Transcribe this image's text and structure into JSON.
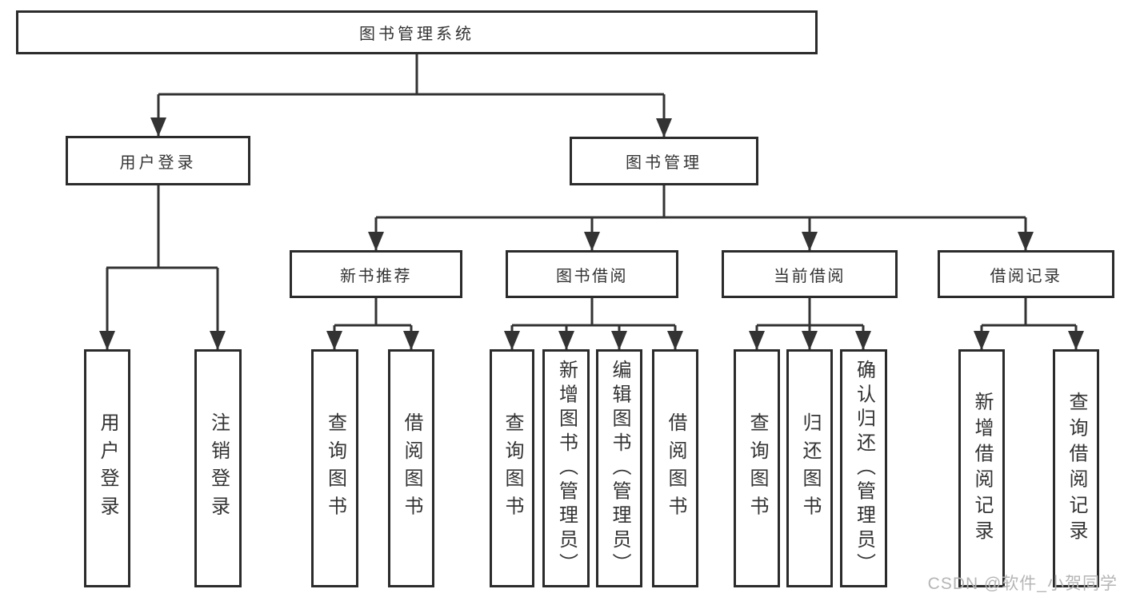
{
  "tree": {
    "root": {
      "label": "图书管理系统"
    },
    "level2": [
      {
        "label": "用户登录"
      },
      {
        "label": "图书管理"
      }
    ],
    "level3": [
      {
        "label": "新书推荐"
      },
      {
        "label": "图书借阅"
      },
      {
        "label": "当前借阅"
      },
      {
        "label": "借阅记录"
      }
    ],
    "leaves": [
      {
        "label": "用户登录"
      },
      {
        "label": "注销登录"
      },
      {
        "label": "查询图书"
      },
      {
        "label": "借阅图书"
      },
      {
        "label": "查询图书"
      },
      {
        "label": "新增图书（管理员）"
      },
      {
        "label": "编辑图书（管理员）"
      },
      {
        "label": "借阅图书"
      },
      {
        "label": "查询图书"
      },
      {
        "label": "归还图书"
      },
      {
        "label": "确认归还（管理员）"
      },
      {
        "label": "新增借阅记录"
      },
      {
        "label": "查询借阅记录"
      }
    ]
  },
  "watermark": "CSDN @软件_小贺同学",
  "colors": {
    "line": "#333333",
    "border": "#2b2b2b",
    "text": "#333333",
    "watermark_text": "#b5b5b5",
    "background": "#ffffff"
  }
}
